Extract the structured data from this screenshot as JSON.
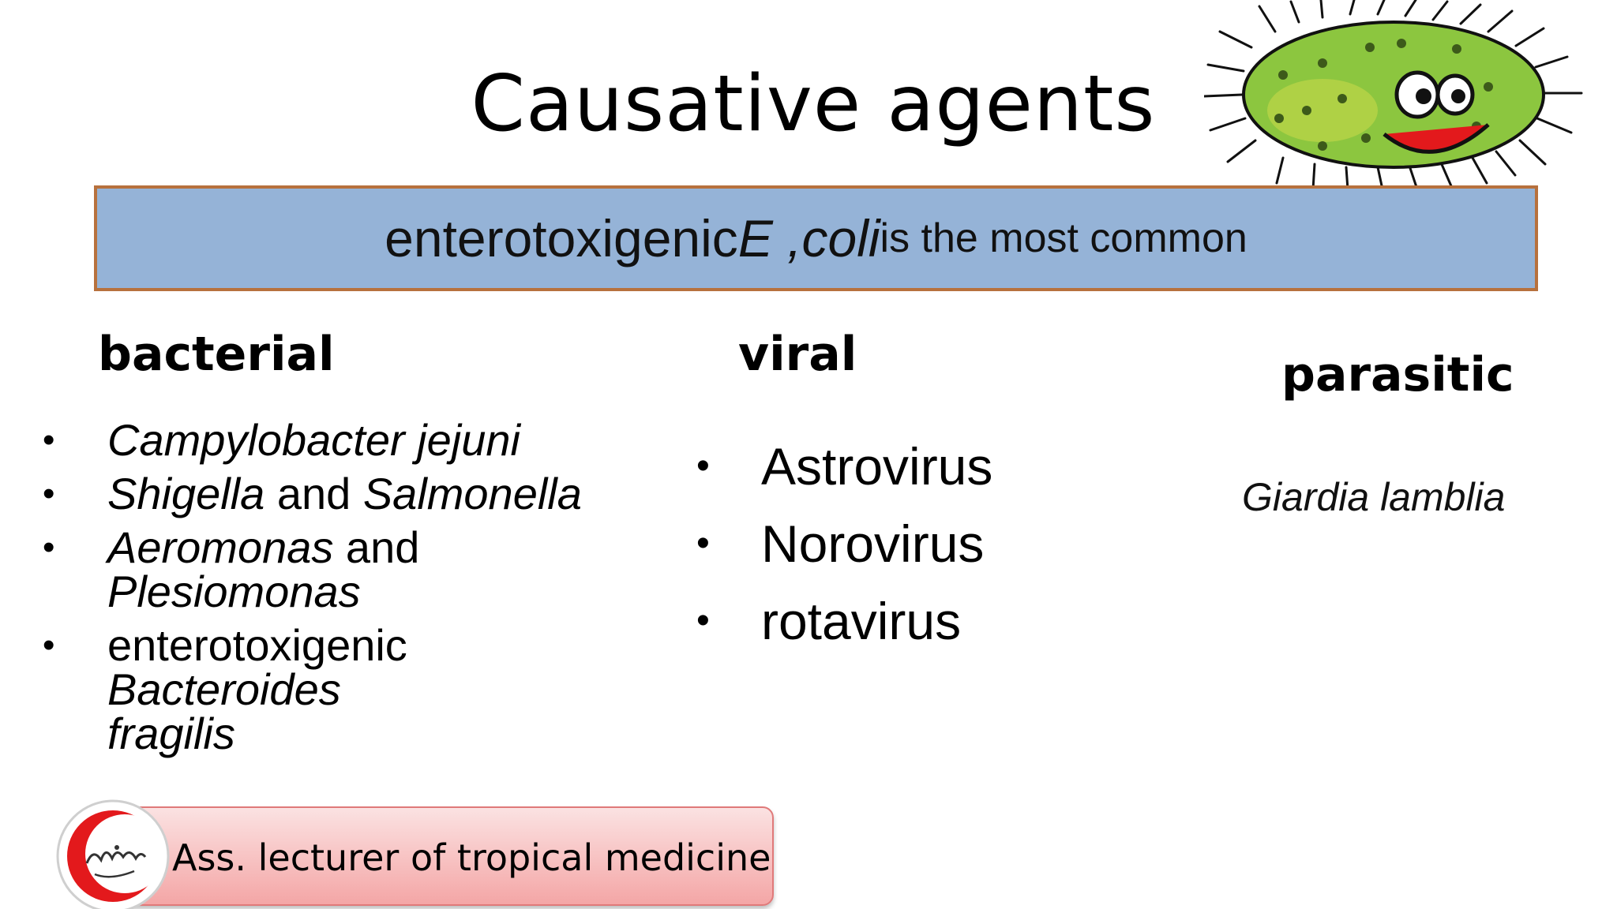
{
  "title": "Causative agents",
  "banner": {
    "prefix": "enterotoxigenic ",
    "organism": "E ,coli",
    "suffix": " is the most common"
  },
  "columns": {
    "bacterial": {
      "heading": "bacterial",
      "items": [
        {
          "italic": "Campylobacter jejuni"
        },
        {
          "italic1": "Shigella",
          "connector": " and ",
          "italic2": "Salmonella"
        },
        {
          "italic1": "Aeromonas",
          "connector": " and",
          "italic2": "Plesiomonas"
        },
        {
          "plain": "enterotoxigenic",
          "italic_line1": "Bacteroides",
          "italic_line2": "fragilis"
        }
      ]
    },
    "viral": {
      "heading": "viral",
      "items": [
        "Astrovirus",
        "Norovirus",
        "rotavirus"
      ]
    },
    "parasitic": {
      "heading": "parasitic",
      "items": [
        "Giardia lamblia"
      ]
    }
  },
  "footer": {
    "label": "Ass. lecturer of tropical medicine",
    "logo_signature": "سمر حنفي"
  },
  "colors": {
    "banner_fill": "#95b3d7",
    "banner_border": "#b7713d",
    "footer_fill": "#f4a6a6",
    "logo_red": "#e3191c",
    "mascot_green": "#8cc63f"
  },
  "icons": {
    "mascot": "smiling-bacterium-icon",
    "logo": "crescent-signature-logo-icon"
  }
}
